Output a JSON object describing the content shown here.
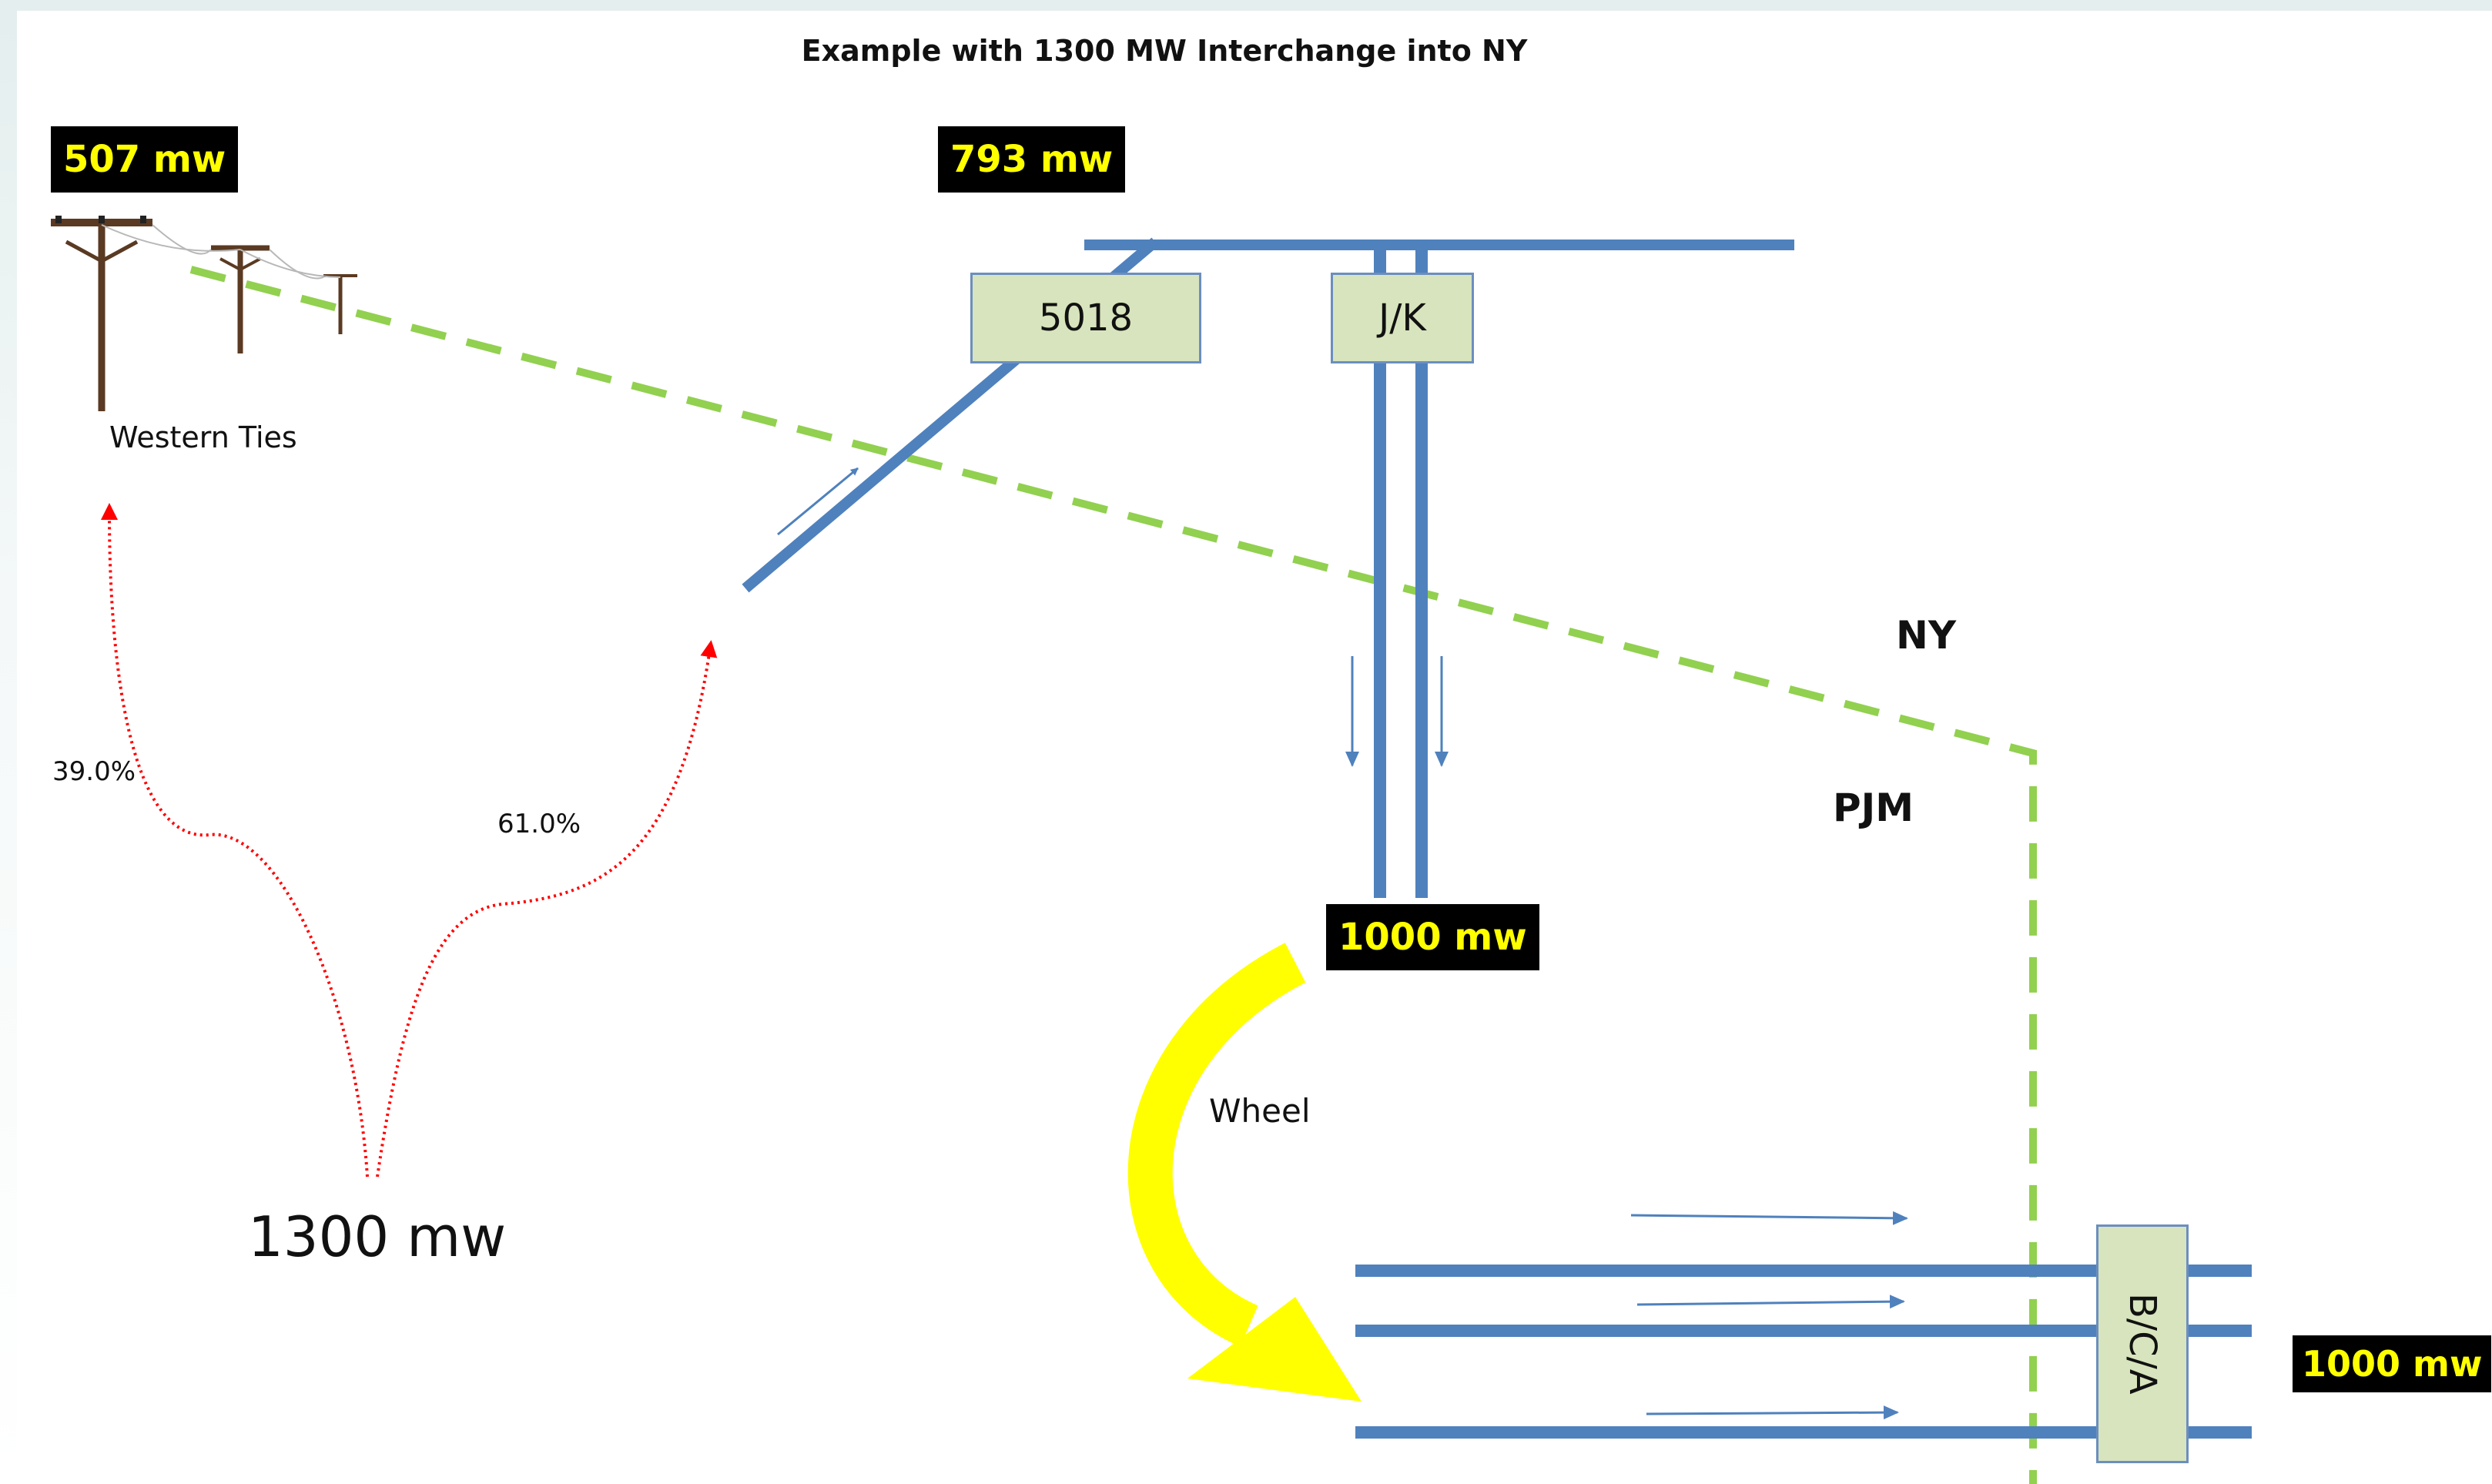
{
  "title": "Example with 1300 MW Interchange into NY",
  "badges": {
    "western": "507 mw",
    "tie_5018": "793 mw",
    "jk_out": "1000 mw",
    "bca_out": "1000 mw"
  },
  "boxes": {
    "tie_5018": "5018",
    "jk": "J/K",
    "bca": "B/C/A"
  },
  "labels": {
    "western_ties": "Western Ties",
    "ny": "NY",
    "pjm": "PJM",
    "wheel": "Wheel",
    "total": "1300 mw",
    "pct_western": "39.0%",
    "pct_5018": "61.0%"
  },
  "colors": {
    "line_blue": "#4f81bd",
    "border_green": "#92d050",
    "split_red": "#ff0000",
    "wheel_yellow": "#ffff00",
    "badge_bg": "#000000",
    "badge_text": "#ffff00",
    "box_fill": "#d7e4bd"
  },
  "icons": [
    "utility-pole-icon"
  ]
}
